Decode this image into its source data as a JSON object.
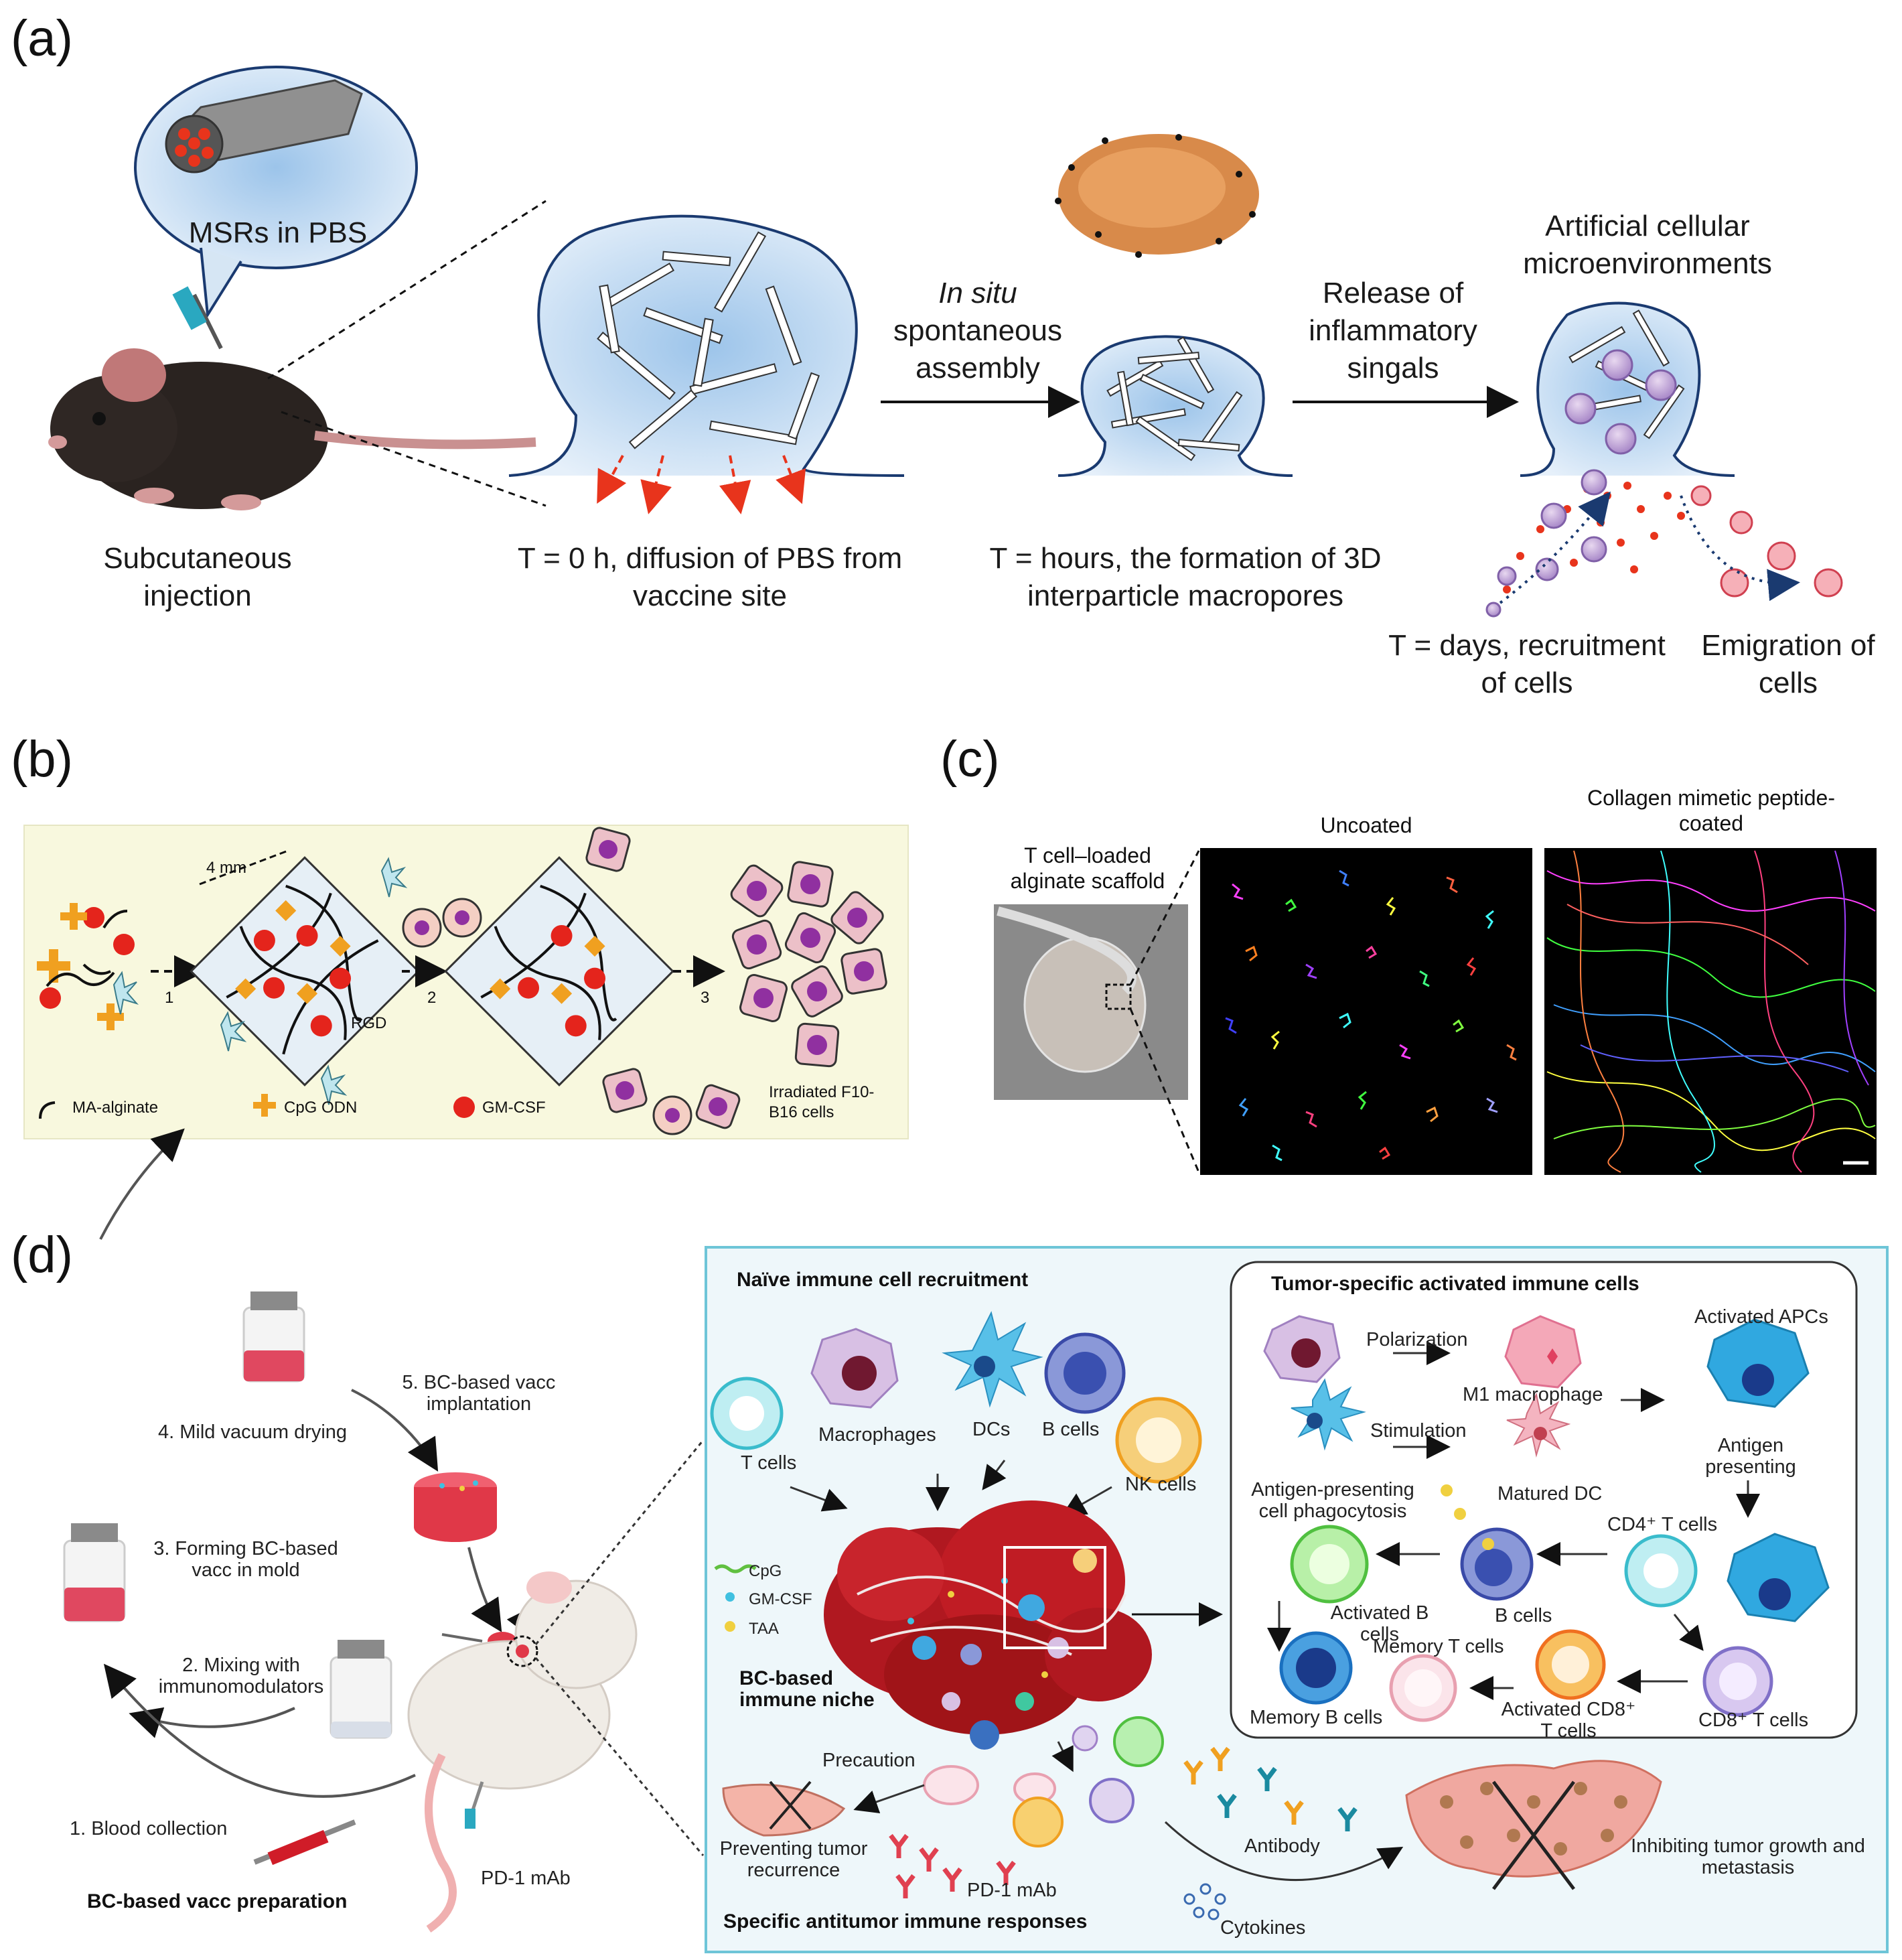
{
  "panel_a": {
    "label": "(a)",
    "bubble": "MSRs in PBS",
    "in_situ_italic": "In situ",
    "in_situ_rest": "spontaneous assembly",
    "release": "Release of inflammatory singals",
    "artificial": "Artificial cellular microenvironments",
    "step1": "Subcutaneous injection",
    "step2": "T = 0 h, diffusion of PBS from vaccine site",
    "step3": "T = hours, the formation of 3D interparticle macropores",
    "step4": "T = days, recruitment of cells",
    "step5": "Emigration of cells"
  },
  "panel_b": {
    "label": "(b)",
    "size": "4 mm",
    "rgd": "RGD",
    "step1": "1",
    "step2": "2",
    "step3": "3",
    "legend_alginate": "MA-alginate",
    "legend_cpg": "CpG ODN",
    "legend_gmcsf": "GM-CSF",
    "legend_cells": "Irradiated F10-B16 cells"
  },
  "panel_c": {
    "label": "(c)",
    "scaffold": "T cell–loaded alginate scaffold",
    "uncoated": "Uncoated",
    "coated": "Collagen mimetic peptide-coated"
  },
  "panel_d": {
    "label": "(d)",
    "step5": "5. BC-based vacc implantation",
    "step4": "4. Mild vacuum drying",
    "step3": "3. Forming BC-based vacc in mold",
    "step2": "2. Mixing with immunomodulators",
    "step1": "1. Blood collection",
    "prep": "BC-based vacc preparation",
    "pd1_left": "PD-1 mAb",
    "naive": "Naïve immune cell recruitment",
    "tcells": "T cells",
    "macrophages": "Macrophages",
    "dcs": "DCs",
    "bcells": "B cells",
    "nkcells": "NK cells",
    "cpg": "CpG",
    "gmcsf": "GM-CSF",
    "taa": "TAA",
    "niche": "BC-based immune niche",
    "precaution": "Precaution",
    "preventing": "Preventing tumor recurrence",
    "pd1_right": "PD-1 mAb",
    "specific": "Specific antitumor immune responses",
    "antibody": "Antibody",
    "cytokines": "Cytokines",
    "inhibiting": "Inhibiting tumor growth and metastasis",
    "tumor_specific": "Tumor-specific activated immune cells",
    "polarization": "Polarization",
    "m1": "M1 macrophage",
    "activated_apcs": "Activated APCs",
    "stimulation": "Stimulation",
    "apc_phago": "Antigen-presenting cell phagocytosis",
    "matured_dc": "Matured DC",
    "antigen_presenting": "Antigen presenting",
    "cd4": "CD4⁺ T cells",
    "activated_b": "Activated B cells",
    "b_cells_inner": "B cells",
    "memory_t": "Memory T cells",
    "memory_b": "Memory B cells",
    "activated_cd8": "Activated CD8⁺ T cells",
    "cd8": "CD8⁺ T cells"
  },
  "colors": {
    "bubble_blue": "#bcd6ee",
    "arrow_red": "#e8341c",
    "panel_b_bg": "#f8f8de",
    "panel_d_bg": "#eef7fa",
    "panel_d_border": "#6ec5d8",
    "tumor_red": "#b01820",
    "tumor_pink": "#f0a0a0"
  }
}
